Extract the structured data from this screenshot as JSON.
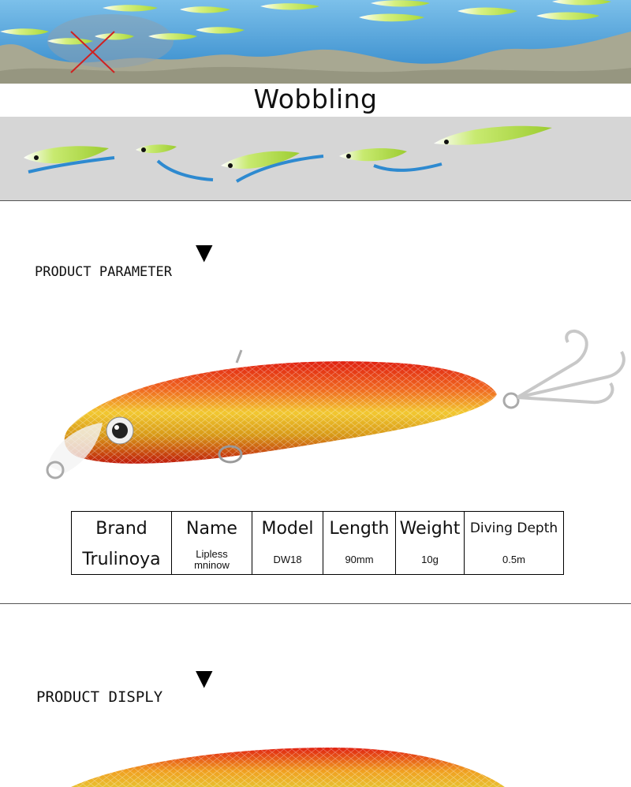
{
  "wobbling": {
    "title": "Wobbling"
  },
  "parameter_section": {
    "arrow": "▼",
    "label": "PRODUCT PARAMETER"
  },
  "specs": {
    "headers": [
      "Brand",
      "Name",
      "Model",
      "Length",
      "Weight",
      "Diving Depth"
    ],
    "values": [
      "Trulinoya",
      "Lipless mninow",
      "DW18",
      "90mm",
      "10g",
      "0.5m"
    ]
  },
  "display_section": {
    "arrow": "▼",
    "label": "PRODUCT DISPLY"
  },
  "colors": {
    "water": "#4a9fd8",
    "land": "#a8a892",
    "band": "#d6d6d6",
    "lure_green": "#b8e04a",
    "lure_red": "#e02010",
    "lure_gold": "#e8b820",
    "cross": "#d02020"
  }
}
